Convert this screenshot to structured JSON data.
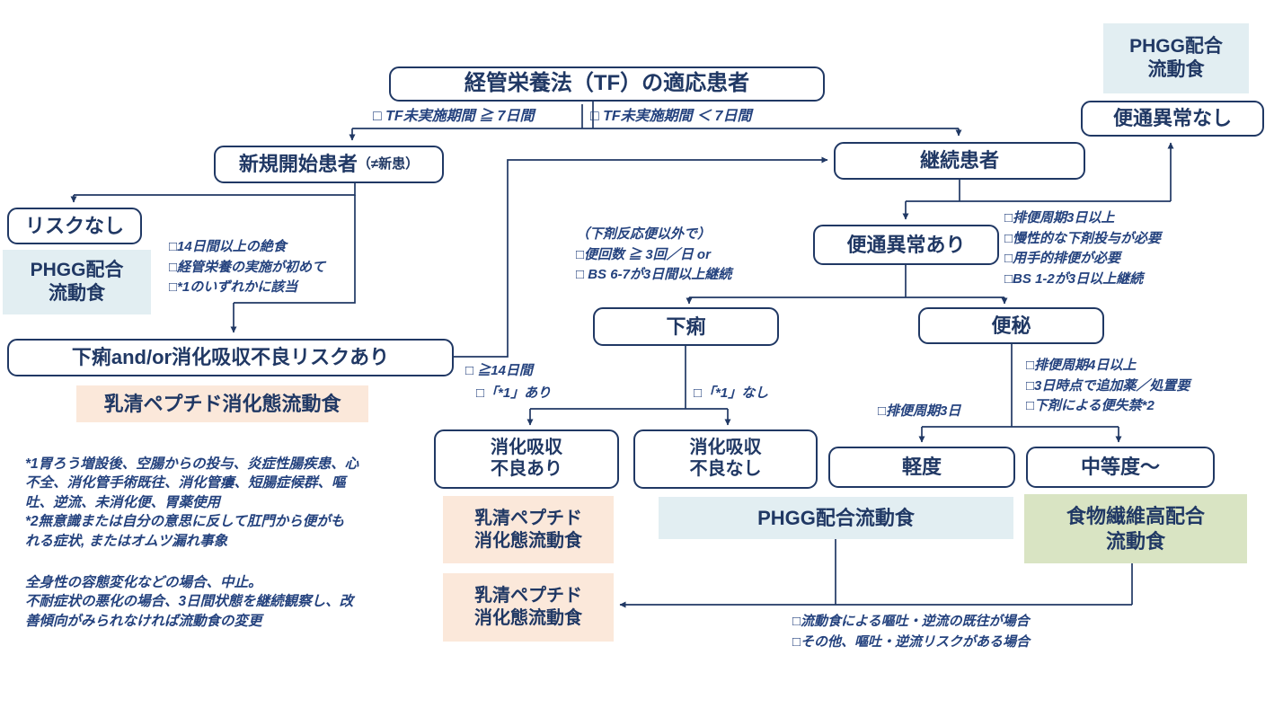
{
  "colors": {
    "line_and_border": "#203864",
    "text": "#203864",
    "phgg_background": "#e2eef2",
    "whey_peptide_background": "#fbe8da",
    "high_fiber_background": "#d9e4c3"
  },
  "nodes": {
    "root": "経管栄養法（TF）の適応患者",
    "new_start_label": "新規開始患者",
    "new_start_suffix": "（≠新患）",
    "continuing": "継続患者",
    "no_abnormality": "便通異常なし",
    "phgg_top": "PHGG配合\n流動食",
    "no_risk": "リスクなし",
    "phgg_left": "PHGG配合\n流動食",
    "risk": "下痢and/or消化吸収不良リスクあり",
    "whey_peptide_1": "乳清ペプチド消化態流動食",
    "abnormality": "便通異常あり",
    "diarrhea": "下痢",
    "constipation": "便秘",
    "malabsorption_yes": "消化吸収\n不良あり",
    "malabsorption_no": "消化吸収\n不良なし",
    "mild": "軽度",
    "moderate": "中等度～",
    "whey_peptide_2": "乳清ペプチド\n消化態流動食",
    "phgg_bar": "PHGG配合流動食",
    "high_fiber": "食物繊維高配合\n流動食",
    "whey_peptide_3": "乳清ペプチド\n消化態流動食"
  },
  "conditions": {
    "tf_ge7": "□ TF未実施期間 ≧ 7日間",
    "tf_lt7": "□ TF未実施期間 ＜ 7日間",
    "new_risk": [
      "□14日間以上の絶食",
      "□経管栄養の実施が初めて",
      "□*1のいずれかに該当"
    ],
    "ge14days": "□ ≧14日間",
    "diarrhea_criteria": [
      "（下剤反応便以外で）",
      "□便回数 ≧ 3回／日 or",
      "□ BS 6-7が3日間以上継続"
    ],
    "star1_yes": "□「*1」あり",
    "star1_no": "□「*1」なし",
    "abnormality_criteria": [
      "□排便周期3日以上",
      "□慢性的な下剤投与が必要",
      "□用手的排便が必要",
      "□BS 1-2が3日以上継続"
    ],
    "constipation_criteria": [
      "□排便周期4日以上",
      "□3日時点で追加薬／処置要",
      "□下剤による便失禁*2"
    ],
    "cycle3": "□排便周期3日",
    "vomit_criteria": [
      "□流動食による嘔吐・逆流の既往が場合",
      "□その他、嘔吐・逆流リスクがある場合"
    ]
  },
  "footnotes": {
    "asterisk_notes": "*1胃ろう増設後、空腸からの投与、炎症性腸疾患、心\n不全、消化管手術既往、消化管瘻、短腸症候群、嘔\n吐、逆流、未消化便、胃薬使用\n*2無意識または自分の意思に反して肛門から便がも\nれる症状, またはオムツ漏れ事象",
    "general_note": "全身性の容態変化などの場合、中止。\n不耐症状の悪化の場合、3日間状態を継続観察し、改\n善傾向がみられなければ流動食の変更"
  }
}
